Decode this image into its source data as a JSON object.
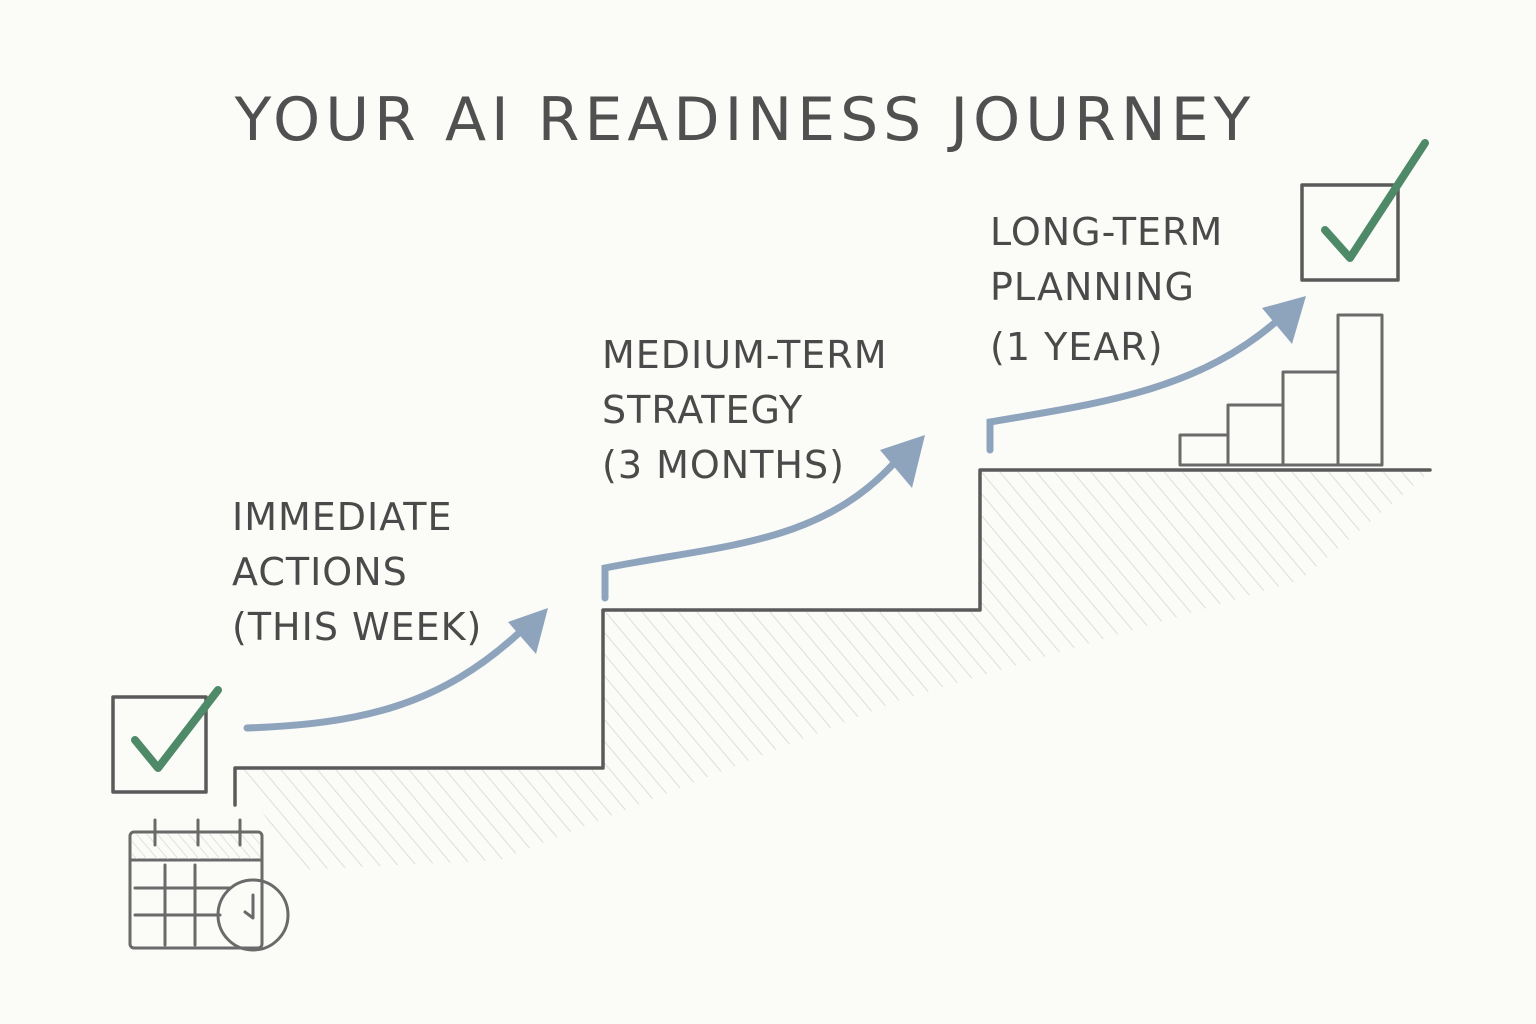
{
  "title": "YOUR AI READINESS JOURNEY",
  "steps": [
    {
      "lines": [
        "IMMEDIATE",
        "ACTIONS",
        "(THIS WEEK)"
      ]
    },
    {
      "lines": [
        "MEDIUM-TERM",
        "STRATEGY",
        "(3 MONTHS)"
      ]
    },
    {
      "lines": [
        "LONG-TERM",
        "PLANNING",
        "(1 YEAR)"
      ]
    }
  ],
  "colors": {
    "arrow": "#8ea4bd",
    "check": "#4f8a68",
    "pencil": "#5a5a5a"
  }
}
